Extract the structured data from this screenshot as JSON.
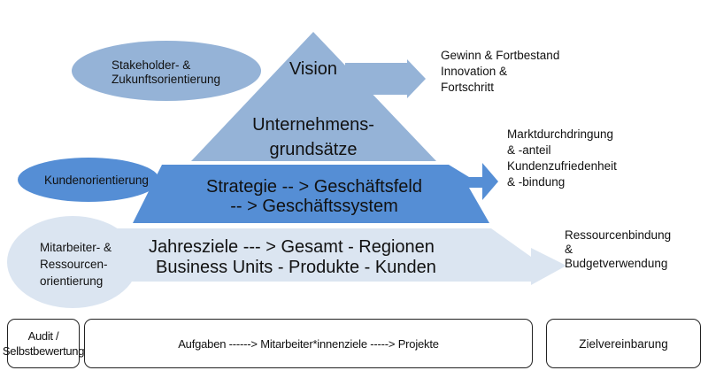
{
  "colors": {
    "top_level": "#95b3d7",
    "middle_level": "#558ed5",
    "bottom_level": "#dbe5f1",
    "ellipse_top": "#95b3d7",
    "ellipse_middle": "#558ed5",
    "ellipse_bottom": "#dbe5f1"
  },
  "pyramid": {
    "vision": "Vision",
    "principles_line1": "Unternehmens-",
    "principles_line2": "grundsätze",
    "strategy_line1": "Strategie -- > Geschäftsfeld",
    "strategy_line2": "-- > Geschäftssystem",
    "annual_line1": "Jahresziele --- >  Gesamt - Regionen",
    "annual_line2": "Business Units  - Produkte - Kunden"
  },
  "orientations": {
    "stakeholder_line1": "Stakeholder- &",
    "stakeholder_line2": "Zukunftsorientierung",
    "customer": "Kundenorientierung",
    "employee_line1": "Mitarbeiter- &",
    "employee_line2": "Ressourcen-",
    "employee_line3": "orientierung"
  },
  "outcomes": {
    "vision_line1": "Gewinn & Fortbestand",
    "vision_line2": "Innovation &",
    "vision_line3": "Fortschritt",
    "strategy_line1": "Marktdurchdringung",
    "strategy_line2": "& -anteil",
    "strategy_line3": "Kundenzufriedenheit",
    "strategy_line4": "& -bindung",
    "annual_line1": "Ressourcenbindung",
    "annual_line2": "&",
    "annual_line3": "Budgetverwendung"
  },
  "bottom_boxes": {
    "audit_line1": "Audit /",
    "audit_line2": "Selbstbewertung",
    "process": "Aufgaben ------>  Mitarbeiter*innenziele  -----> Projekte",
    "agreement": "Zielvereinbarung"
  }
}
